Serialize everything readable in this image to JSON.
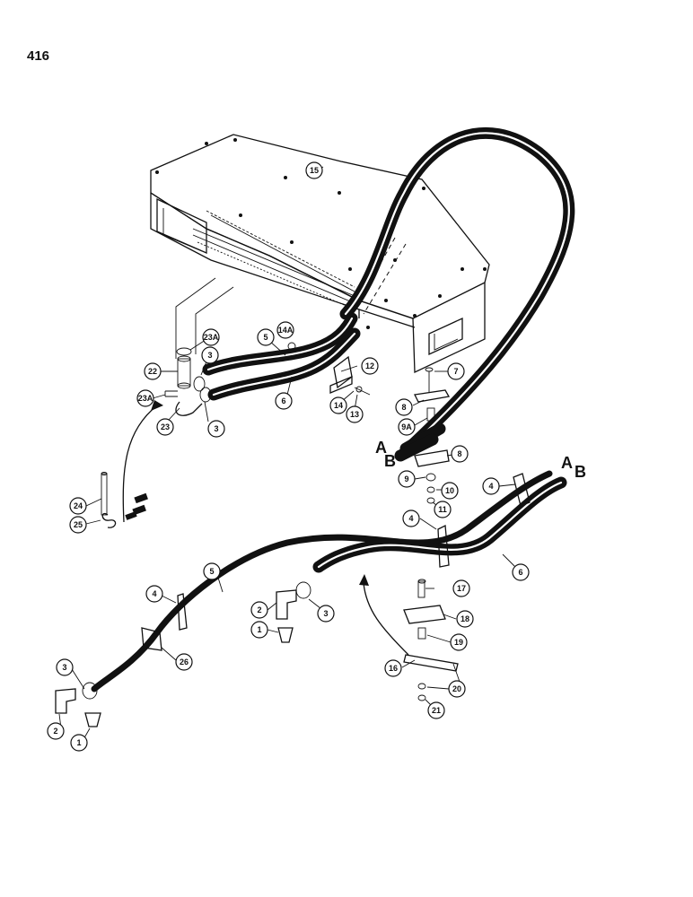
{
  "page_number": "416",
  "hose_end_labels": [
    "A",
    "B"
  ],
  "callouts": {
    "c15": "15",
    "c14a": "14A",
    "c23a_top": "23A",
    "c22": "22",
    "c5_top": "5",
    "c3_top": "3",
    "c23a_bottom": "23A",
    "c23": "23",
    "c3_mid": "3",
    "c6_top": "6",
    "c12": "12",
    "c14": "14",
    "c13": "13",
    "c7": "7",
    "c8_top": "8",
    "c9a": "9A",
    "c8_bottom": "8",
    "c9": "9",
    "c10": "10",
    "c11": "11",
    "c24": "24",
    "c25": "25",
    "c4_right": "4",
    "c4_mid": "4",
    "c6_right": "6",
    "c5_bottom": "5",
    "c4_left": "4",
    "c2_mid": "2",
    "c1_mid": "1",
    "c3_lower": "3",
    "c26": "26",
    "c17": "17",
    "c18": "18",
    "c19": "19",
    "c16": "16",
    "c20": "20",
    "c21": "21",
    "c3_bottom": "3",
    "c2_bottom": "2",
    "c1_bottom": "1"
  }
}
